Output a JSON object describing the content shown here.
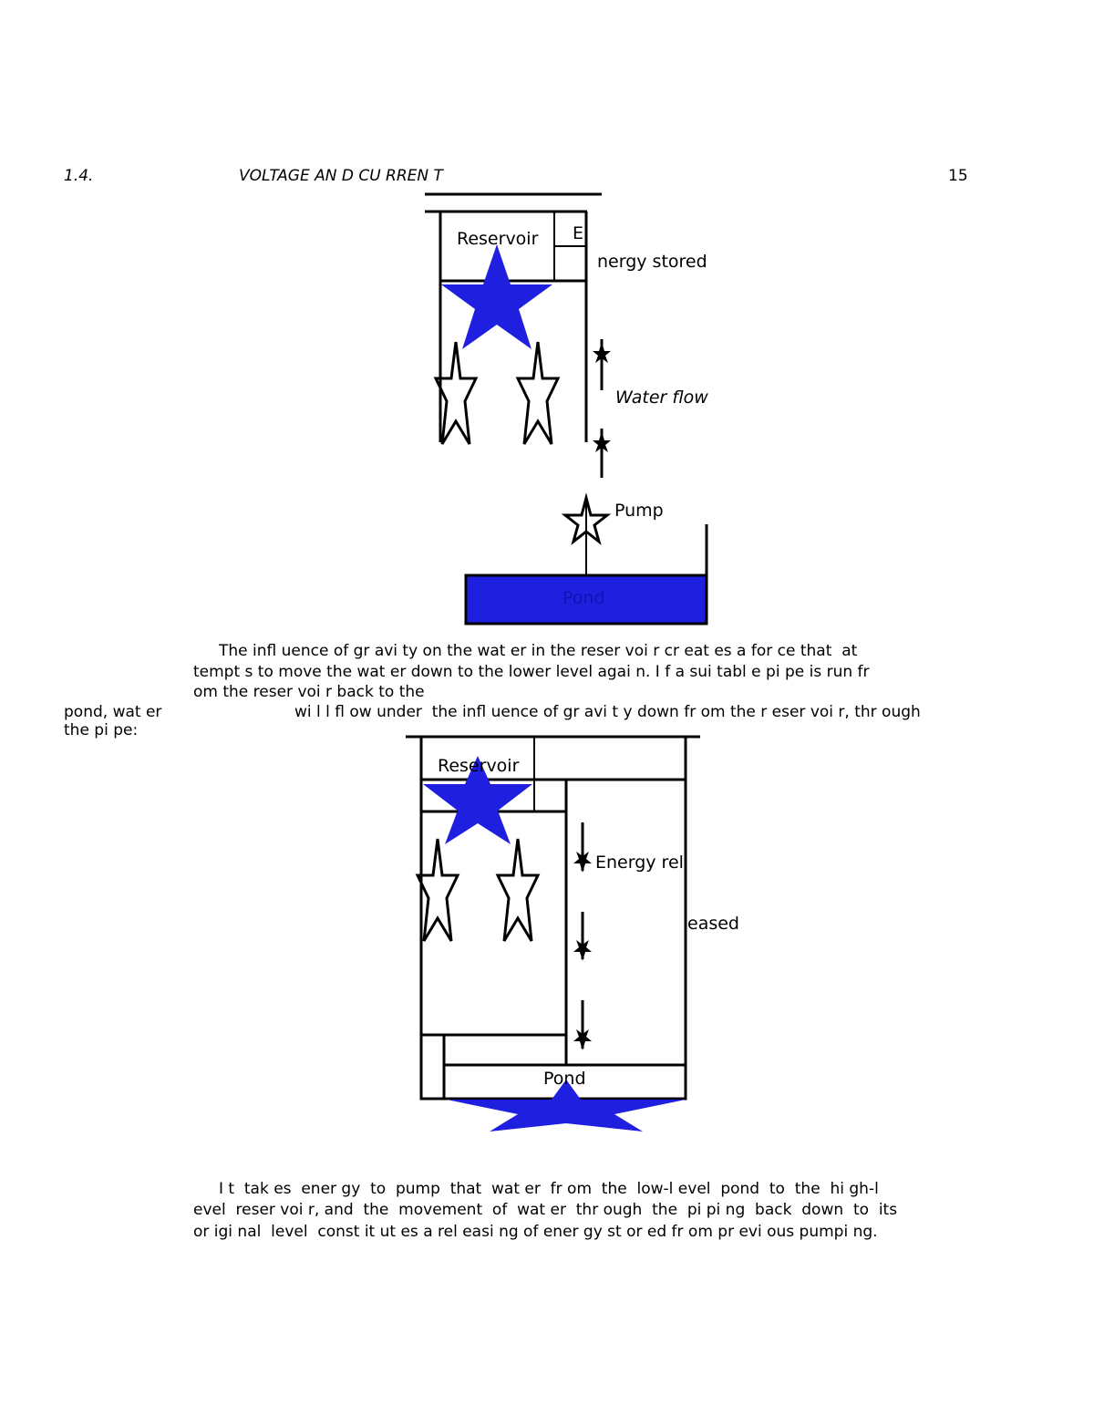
{
  "header": {
    "section": "1.4.",
    "title": "VOLTAGE AN D CU RREN T",
    "page_number": "15"
  },
  "figure1": {
    "reservoir_label": "Reservoir",
    "energy_label_part1": "E",
    "energy_label_part2": "nergy stored",
    "water_flow_label": "Water flow",
    "pump_label": "Pump",
    "pond_label": "Pond",
    "fill_color": "#1f1fe0"
  },
  "paragraph1": {
    "line1": "The infl uence of gr avi ty on the wat er in the reser voi r cr eat es a for ce that  at",
    "line2": "tempt s to move the wat er down to the lower level agai n. I f a sui tabl e pi pe is run fr",
    "line3": "om the reser voi r back to the",
    "line4a": "pond, wat er",
    "line4b": "wi l l fl ow under  the infl uence of gr avi t y down fr om the r eser voi r, thr ough",
    "line5": "the pi pe:"
  },
  "figure2": {
    "reservoir_label": "Reservoir",
    "energy_label_part1": "Energy rel",
    "energy_label_part2": "eased",
    "pond_label": "Pond"
  },
  "paragraph2": {
    "line1": "I t  tak es  ener gy  to  pump  that  wat er  fr om  the  low-l evel  pond  to  the  hi gh-l",
    "line2": "evel  reser voi r, and  the  movement  of  wat er  thr ough  the  pi pi ng  back  down  to  its",
    "line3": "or igi nal  level  const it ut es a rel easi ng of ener gy st or ed fr om pr evi ous pumpi ng."
  }
}
